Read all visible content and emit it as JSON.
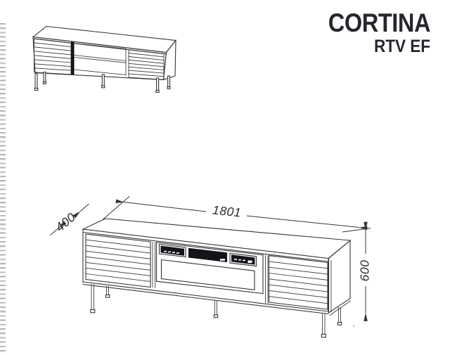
{
  "header": {
    "title": "CORTINA",
    "subtitle": "RTV EF"
  },
  "dimensions": {
    "width": "1801",
    "depth": "400",
    "height": "600"
  },
  "views": {
    "thumbnail": "isometric-overview-drawing",
    "main": "front-perspective-drawing-with-dimensions"
  },
  "colors": {
    "background": "#ffffff",
    "line": "#35353b",
    "ink": "#26262e",
    "black_fill": "#141418",
    "binding_dash": "#a9adb0"
  }
}
